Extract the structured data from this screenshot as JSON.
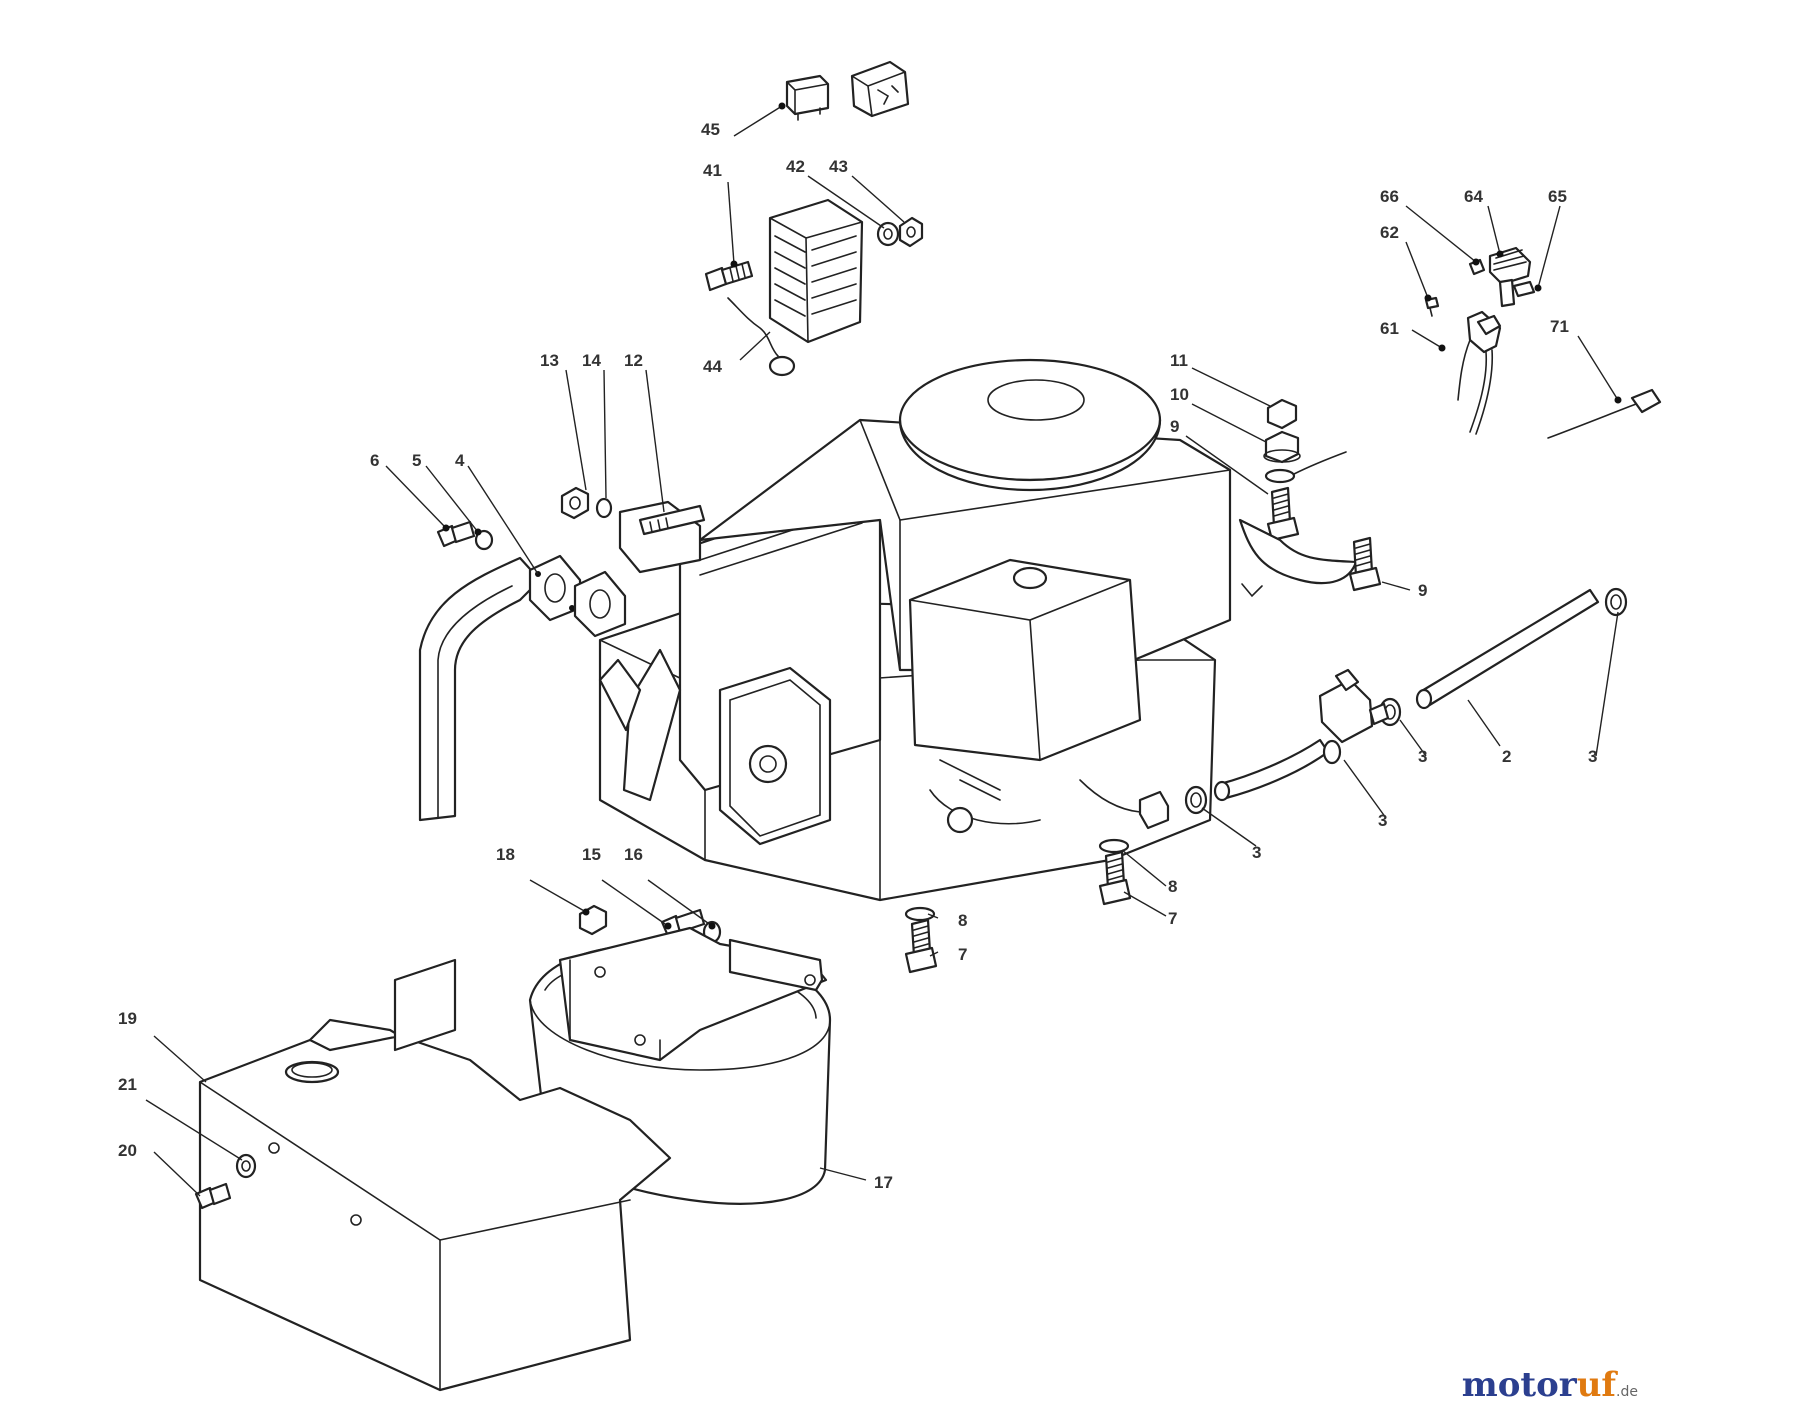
{
  "labels": [
    {
      "text": "45"
    },
    {
      "text": "41"
    },
    {
      "text": "42"
    },
    {
      "text": "43"
    },
    {
      "text": "44"
    },
    {
      "text": "66"
    },
    {
      "text": "64"
    },
    {
      "text": "65"
    },
    {
      "text": "62"
    },
    {
      "text": "61"
    },
    {
      "text": "71"
    },
    {
      "text": "13"
    },
    {
      "text": "14"
    },
    {
      "text": "12"
    },
    {
      "text": "11"
    },
    {
      "text": "10"
    },
    {
      "text": "9"
    },
    {
      "text": "6"
    },
    {
      "text": "5"
    },
    {
      "text": "4"
    },
    {
      "text": "9"
    },
    {
      "text": "2"
    },
    {
      "text": "3"
    },
    {
      "text": "3"
    },
    {
      "text": "3"
    },
    {
      "text": "3"
    },
    {
      "text": "8"
    },
    {
      "text": "7"
    },
    {
      "text": "18"
    },
    {
      "text": "15"
    },
    {
      "text": "16"
    },
    {
      "text": "8"
    },
    {
      "text": "7"
    },
    {
      "text": "19"
    },
    {
      "text": "21"
    },
    {
      "text": "20"
    },
    {
      "text": "17"
    }
  ],
  "watermark": {
    "brand_a": "motor",
    "brand_b": "uf",
    "tld": ".de"
  },
  "colors": {
    "line": "#222222",
    "brand_blue": "#2b3f8f",
    "brand_orange": "#e07a10"
  }
}
